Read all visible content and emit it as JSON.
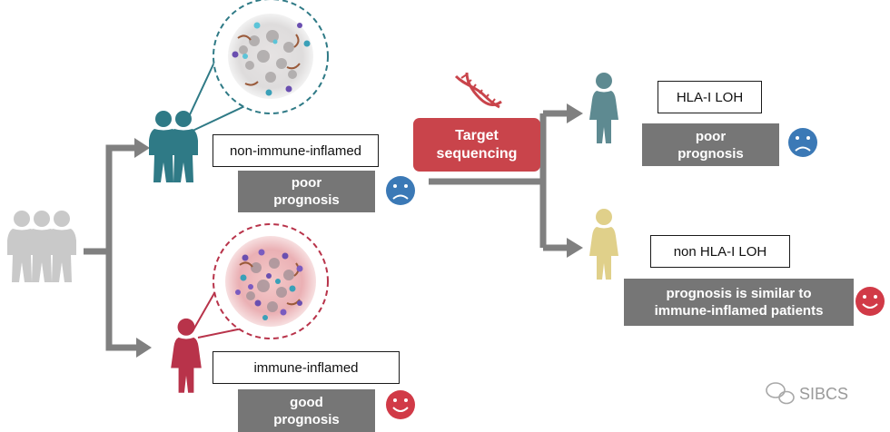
{
  "labels": {
    "non_immune": "non-immune-inflamed",
    "immune": "immune-inflamed",
    "hla_loh": "HLA-I LOH",
    "non_hla_loh": "non HLA-I LOH"
  },
  "outcomes": {
    "non_immune": [
      "poor",
      "prognosis"
    ],
    "immune": [
      "good",
      "prognosis"
    ],
    "hla_loh": [
      "poor",
      "prognosis"
    ],
    "non_hla_loh": [
      "prognosis is similar to",
      "immune-inflamed patients"
    ]
  },
  "step": [
    "Target",
    "sequencing"
  ],
  "watermark": "SIBCS",
  "colors": {
    "population": "#c9c9c9",
    "teal": "#2f7a86",
    "red": "#b8334a",
    "grey_teal": "#5e8a91",
    "beige": "#e0d08a",
    "arrow": "#808080",
    "sad_face": "#3b79b6",
    "happy_face": "#d13a47",
    "dna": "#c9444b"
  },
  "icons": {
    "sad": "sad-face-icon",
    "happy": "happy-face-icon",
    "dna": "dna-icon",
    "watermark": "wechat-icon"
  }
}
